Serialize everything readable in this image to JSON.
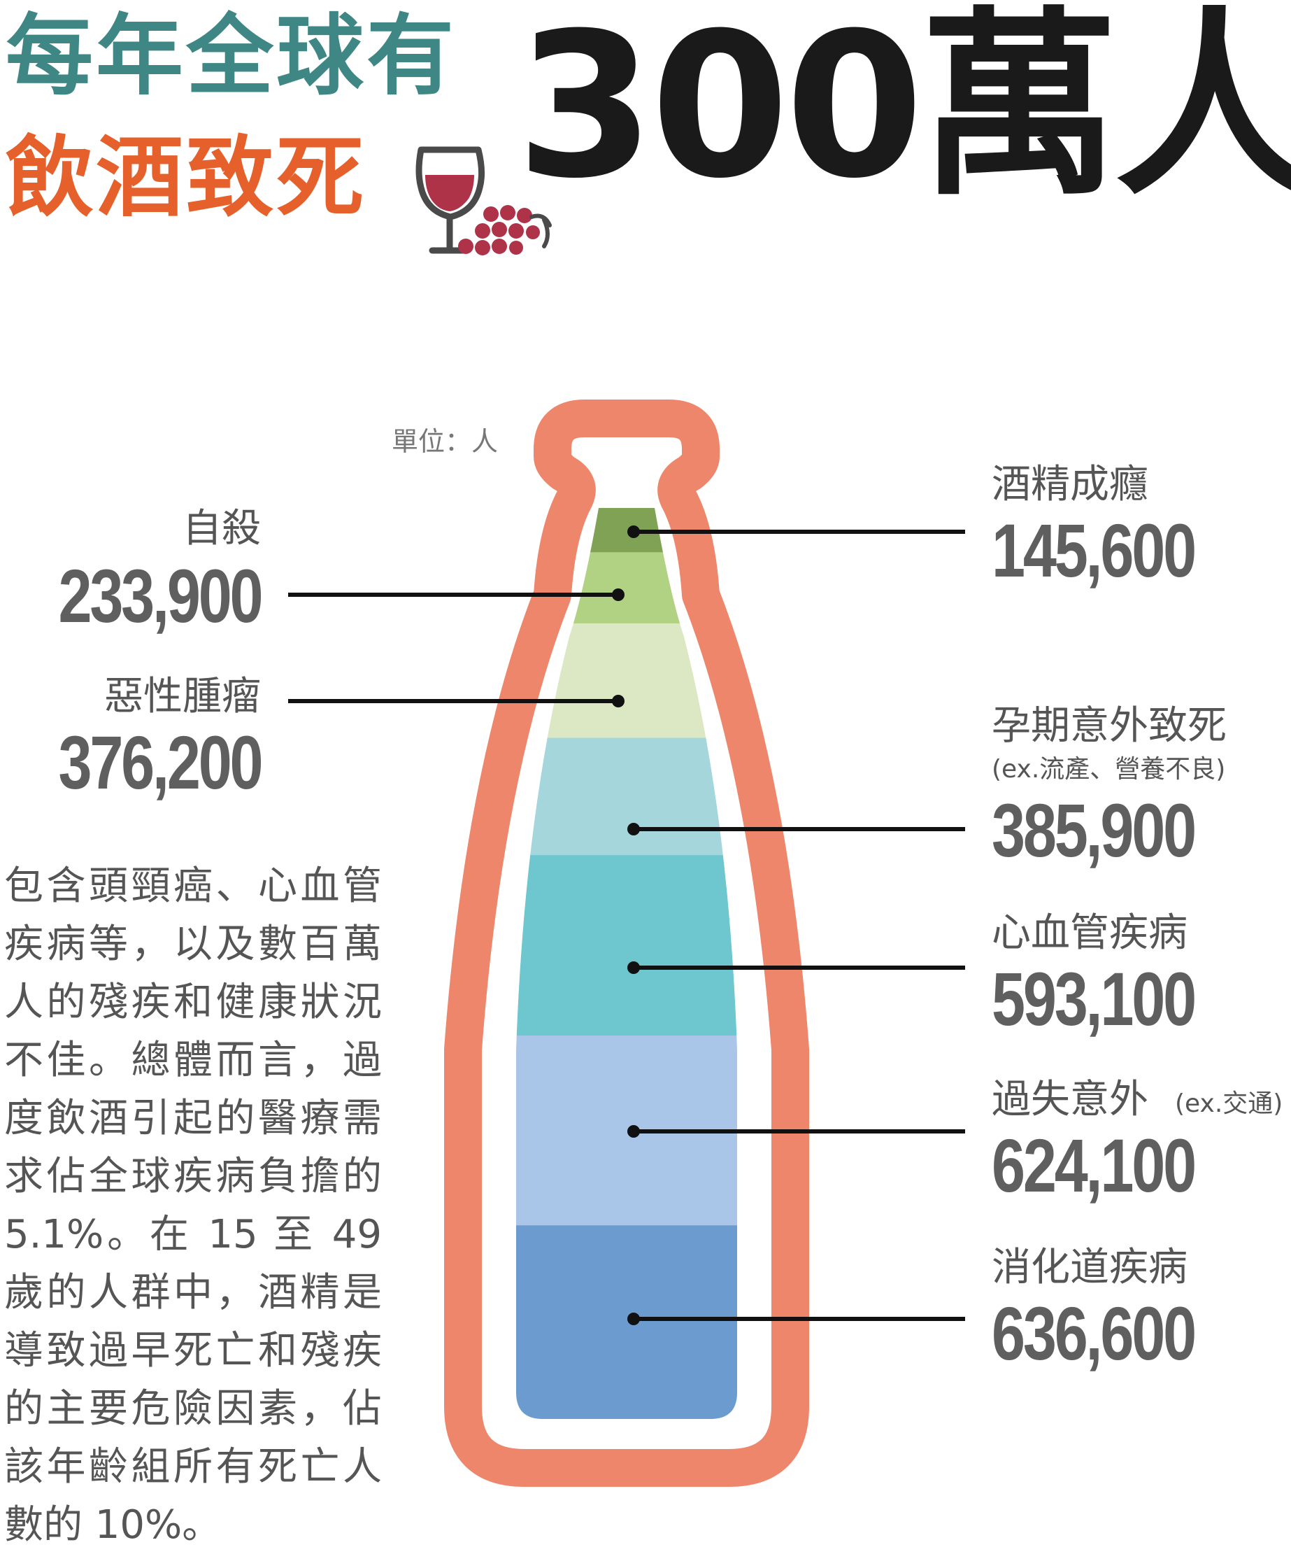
{
  "header": {
    "line1": "每年全球有",
    "line2": "飲酒致死",
    "big": "300萬人"
  },
  "unit_label": "單位：人",
  "description": "包含頭頸癌、心血管疾病等，以及數百萬人的殘疾和健康狀況不佳。總體而言，過度飲酒引起的醫療需求佔全球疾病負擔的5.1%。在 15 至 49 歲的人群中，酒精是導致過早死亡和殘疾的主要危險因素，佔該年齡組所有死亡人數的 10%。",
  "colors": {
    "title_teal": "#3f8784",
    "title_orange": "#e6602b",
    "bottle_outline": "#ee866c",
    "wine": "#ae3248"
  },
  "chart_data": {
    "type": "bar",
    "title": "每年全球有飲酒致死300萬人",
    "unit": "單位：人",
    "segments": [
      {
        "label": "酒精成癮",
        "sub": "",
        "value": 145600,
        "display": "145,600",
        "color": "#7fa255"
      },
      {
        "label": "自殺",
        "sub": "",
        "value": 233900,
        "display": "233,900",
        "color": "#b1d283"
      },
      {
        "label": "惡性腫瘤",
        "sub": "",
        "value": 376200,
        "display": "376,200",
        "color": "#dbe8c3"
      },
      {
        "label": "孕期意外致死",
        "sub": "(ex.流產、營養不良)",
        "value": 385900,
        "display": "385,900",
        "color": "#a5d6db"
      },
      {
        "label": "心血管疾病",
        "sub": "",
        "value": 593100,
        "display": "593,100",
        "color": "#6ec6cf"
      },
      {
        "label": "過失意外",
        "sub": "(ex.交通)",
        "value": 624100,
        "display": "624,100",
        "color": "#a9c6e9"
      },
      {
        "label": "消化道疾病",
        "sub": "",
        "value": 636600,
        "display": "636,600",
        "color": "#6c9ccf"
      }
    ]
  }
}
